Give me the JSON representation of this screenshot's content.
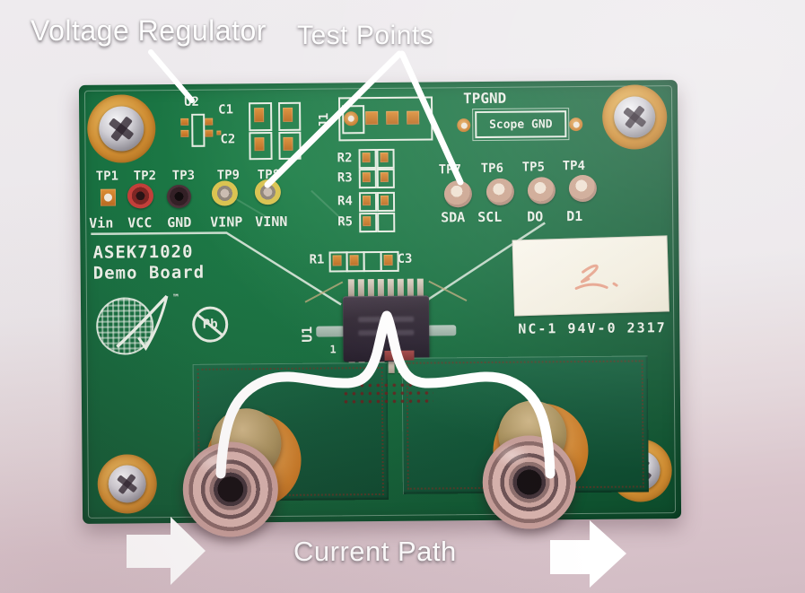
{
  "annotations": {
    "voltage_regulator": "Voltage Regulator",
    "test_points": "Test Points",
    "current_path": "Current Path"
  },
  "board": {
    "name_line1": "ASEK71020",
    "name_line2": "Demo Board",
    "marking": "NC-1 94V-0 2317",
    "tpgnd_label": "TPGND",
    "scope_gnd_label": "Scope GND",
    "trademark": "™",
    "pb_free": "Pb",
    "refs": {
      "u2": "U2",
      "c1": "C1",
      "c2": "C2",
      "j1": "J1",
      "u1": "U1",
      "r1": "R1",
      "c3": "C3",
      "pin1": "1"
    },
    "resistor_labels": [
      "R2",
      "R3",
      "R4",
      "R5"
    ],
    "left_test_points": [
      {
        "tp": "TP1",
        "signal": "Vin"
      },
      {
        "tp": "TP2",
        "signal": "VCC"
      },
      {
        "tp": "TP3",
        "signal": "GND"
      },
      {
        "tp": "TP9",
        "signal": "VINP"
      },
      {
        "tp": "TP8",
        "signal": "VINN"
      }
    ],
    "right_test_points": [
      {
        "tp": "TP7",
        "signal": "SDA"
      },
      {
        "tp": "TP6",
        "signal": "SCL"
      },
      {
        "tp": "TP5",
        "signal": "DO"
      },
      {
        "tp": "TP4",
        "signal": "D1"
      }
    ]
  },
  "colors": {
    "board_green": "#176b3c",
    "copper_pad_orange": "#c77a27",
    "silkscreen_white": "#e9efe6",
    "annotation_white": "#ffffff",
    "ic_body": "#2a2230",
    "table_top": "#eeebee",
    "table_bottom": "#d2bcc4"
  }
}
